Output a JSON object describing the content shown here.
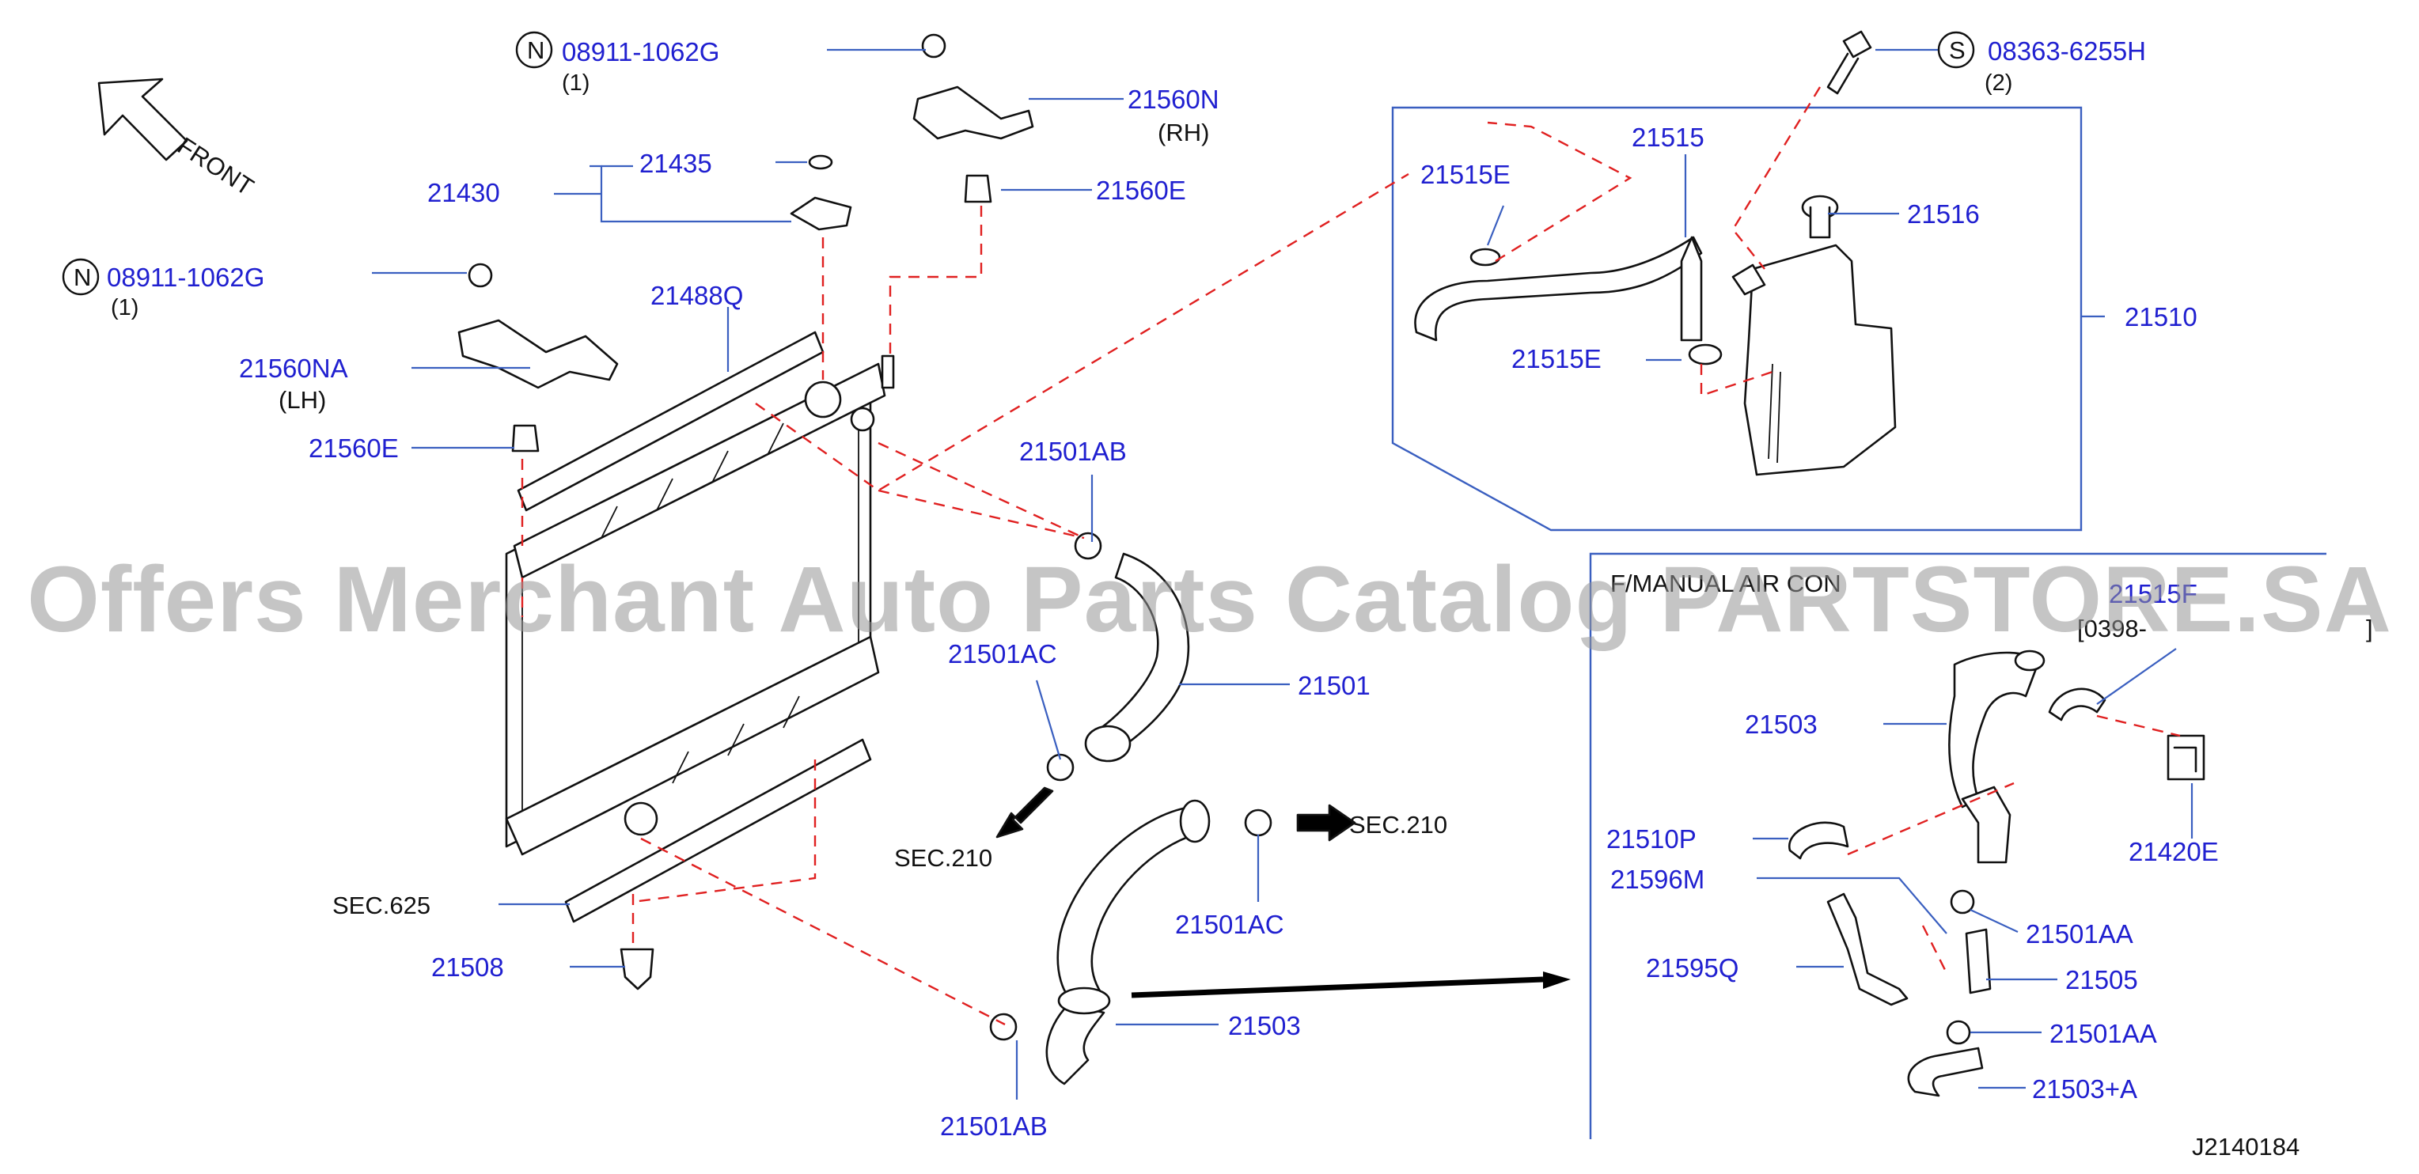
{
  "diagram": {
    "id": "J2140184",
    "front_label": "FRONT",
    "watermark": "Offers Merchant Auto Parts Catalog PARTSTORE.SA",
    "inset_title": "F/MANUAL AIR CON",
    "inset_range": "[0398-",
    "inset_range_close": "]",
    "labels": {
      "n1_code": "08911-1062G",
      "n1_qty": "(1)",
      "n2_code": "08911-1062G",
      "n2_qty": "(1)",
      "s1_code": "08363-6255H",
      "s1_qty": "(2)",
      "p21560N": "21560N",
      "rh": "(RH)",
      "p21435": "21435",
      "p21430": "21430",
      "p21560E_top": "21560E",
      "p21488Q": "21488Q",
      "p21560NA": "21560NA",
      "lh": "(LH)",
      "p21560E_left": "21560E",
      "p21515": "21515",
      "p21515E_a": "21515E",
      "p21515E_b": "21515E",
      "p21516": "21516",
      "p21510": "21510",
      "p21501AB_top": "21501AB",
      "p21501AC_left": "21501AC",
      "p21501": "21501",
      "sec210_left": "SEC.210",
      "sec210_right": "SEC.210",
      "p21501AC_right": "21501AC",
      "sec625": "SEC.625",
      "p21508": "21508",
      "p21503_main": "21503",
      "p21501AB_bottom": "21501AB",
      "p21515F": "21515F",
      "p21503_inset": "21503",
      "p21510P": "21510P",
      "p21420E": "21420E",
      "p21596M": "21596M",
      "p21501AA_a": "21501AA",
      "p21595Q": "21595Q",
      "p21505": "21505",
      "p21501AA_b": "21501AA",
      "p21503A": "21503+A"
    },
    "symbols": {
      "n": "N",
      "s": "S"
    }
  }
}
